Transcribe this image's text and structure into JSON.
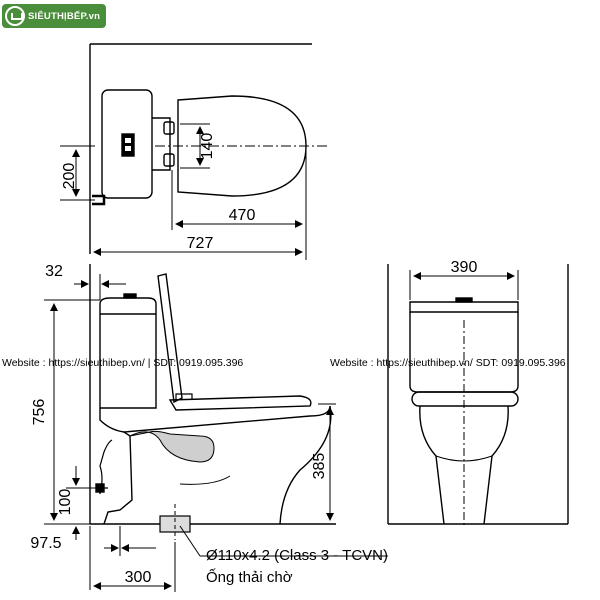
{
  "logo": {
    "text": "SIÊUTHỊBẾP.vn",
    "icon": "chef-hat-icon"
  },
  "watermark": {
    "left": "Website : https://sieuthibep.vn/ | SDT: 0919.095.396",
    "right": "Website : https://sieuthibep.vn/ SDT: 0919.095.396"
  },
  "dimensions": {
    "top_height": "200",
    "seat_width": "140",
    "seat_length": "470",
    "overall_length": "727",
    "wall_gap": "32",
    "total_height": "756",
    "seat_height": "385",
    "floor_offset": "100",
    "outlet_offset": "97.5",
    "rough_in": "300",
    "front_width": "390"
  },
  "pipe_note": {
    "spec": "Ø110x4.2 (Class 3 - TCVN)",
    "label": "Ống thải chờ"
  }
}
